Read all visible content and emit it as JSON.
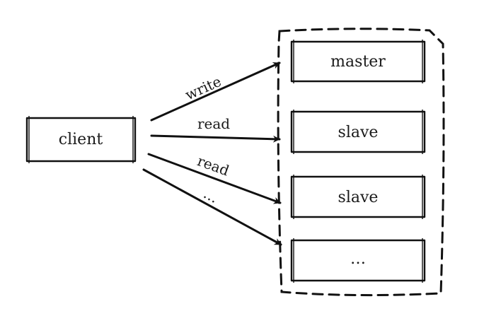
{
  "diagram": {
    "client": {
      "label": "client"
    },
    "cluster": {
      "nodes": [
        {
          "label": "master"
        },
        {
          "label": "slave"
        },
        {
          "label": "slave"
        },
        {
          "label": "…"
        }
      ]
    },
    "edges": [
      {
        "label": "write"
      },
      {
        "label": "read"
      },
      {
        "label": "read"
      },
      {
        "label": "…"
      }
    ]
  }
}
